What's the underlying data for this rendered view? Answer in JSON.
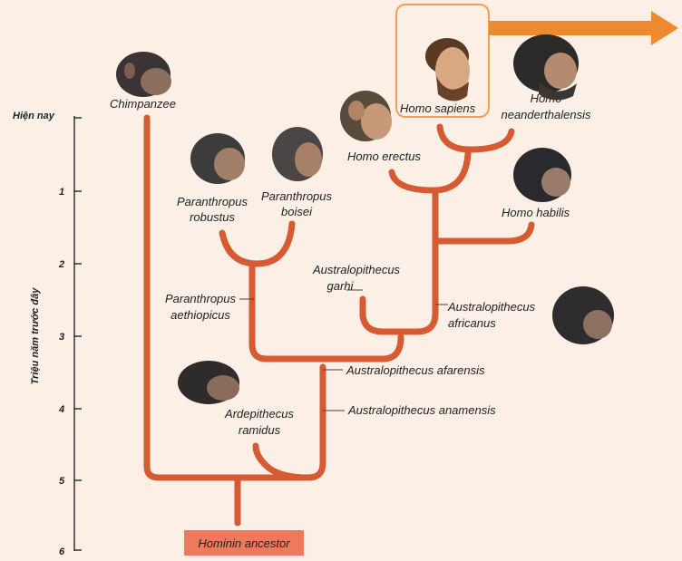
{
  "axis": {
    "title": "Triệu năm trước đây",
    "ticks": [
      {
        "label": "Hiện nay"
      },
      {
        "label": "1"
      },
      {
        "label": "2"
      },
      {
        "label": "3"
      },
      {
        "label": "4"
      },
      {
        "label": "5"
      },
      {
        "label": "6"
      }
    ]
  },
  "species": {
    "chimpanzee": "Chimpanzee",
    "homo_sapiens": "Homo sapiens",
    "homo_neanderthalensis_1": "Homo",
    "homo_neanderthalensis_2": "neanderthalensis",
    "homo_erectus": "Homo erectus",
    "homo_habilis": "Homo habilis",
    "p_robustus_1": "Paranthropus",
    "p_robustus_2": "robustus",
    "p_boisei_1": "Paranthropus",
    "p_boisei_2": "boisei",
    "a_garhi_1": "Australopithecus",
    "a_garhi_2": "garhi",
    "p_aethiopicus_1": "Paranthropus",
    "p_aethiopicus_2": "aethiopicus",
    "a_africanus_1": "Australopithecus",
    "a_africanus_2": "africanus",
    "a_afarensis": "Australopithecus afarensis",
    "a_anamensis": "Australopithecus anamensis",
    "ardipithecus_1": "Ardepithecus",
    "ardipithecus_2": "ramidus"
  },
  "root_label": "Hominin ancestor",
  "colors": {
    "background": "#fbefe6",
    "branch": "#d65a32",
    "highlight": "#f0a050",
    "arrow": "#ee8a2c",
    "root_box": "#ee7a5e"
  }
}
